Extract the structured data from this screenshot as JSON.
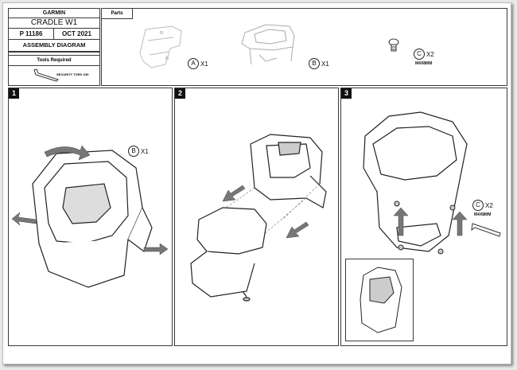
{
  "title_block": {
    "brand": "GARMIN",
    "model": "CRADLE W1",
    "part_number": "P 11186",
    "date": "OCT 2021",
    "title": "ASSEMBLY DIAGRAM"
  },
  "tools": {
    "header": "Tools Required",
    "tool_label": "SECURITY TORX X30"
  },
  "parts": {
    "header": "Parts",
    "items": [
      {
        "letter": "A",
        "qty": "X1"
      },
      {
        "letter": "B",
        "qty": "X1"
      },
      {
        "letter": "C",
        "qty": "X2",
        "size": "M4X8MM"
      }
    ]
  },
  "steps": [
    {
      "number": "1",
      "callout_letter": "B",
      "callout_qty": "X1"
    },
    {
      "number": "2"
    },
    {
      "number": "3",
      "callout_letter": "C",
      "callout_qty": "X2",
      "callout_size": "M4X8MM"
    }
  ]
}
